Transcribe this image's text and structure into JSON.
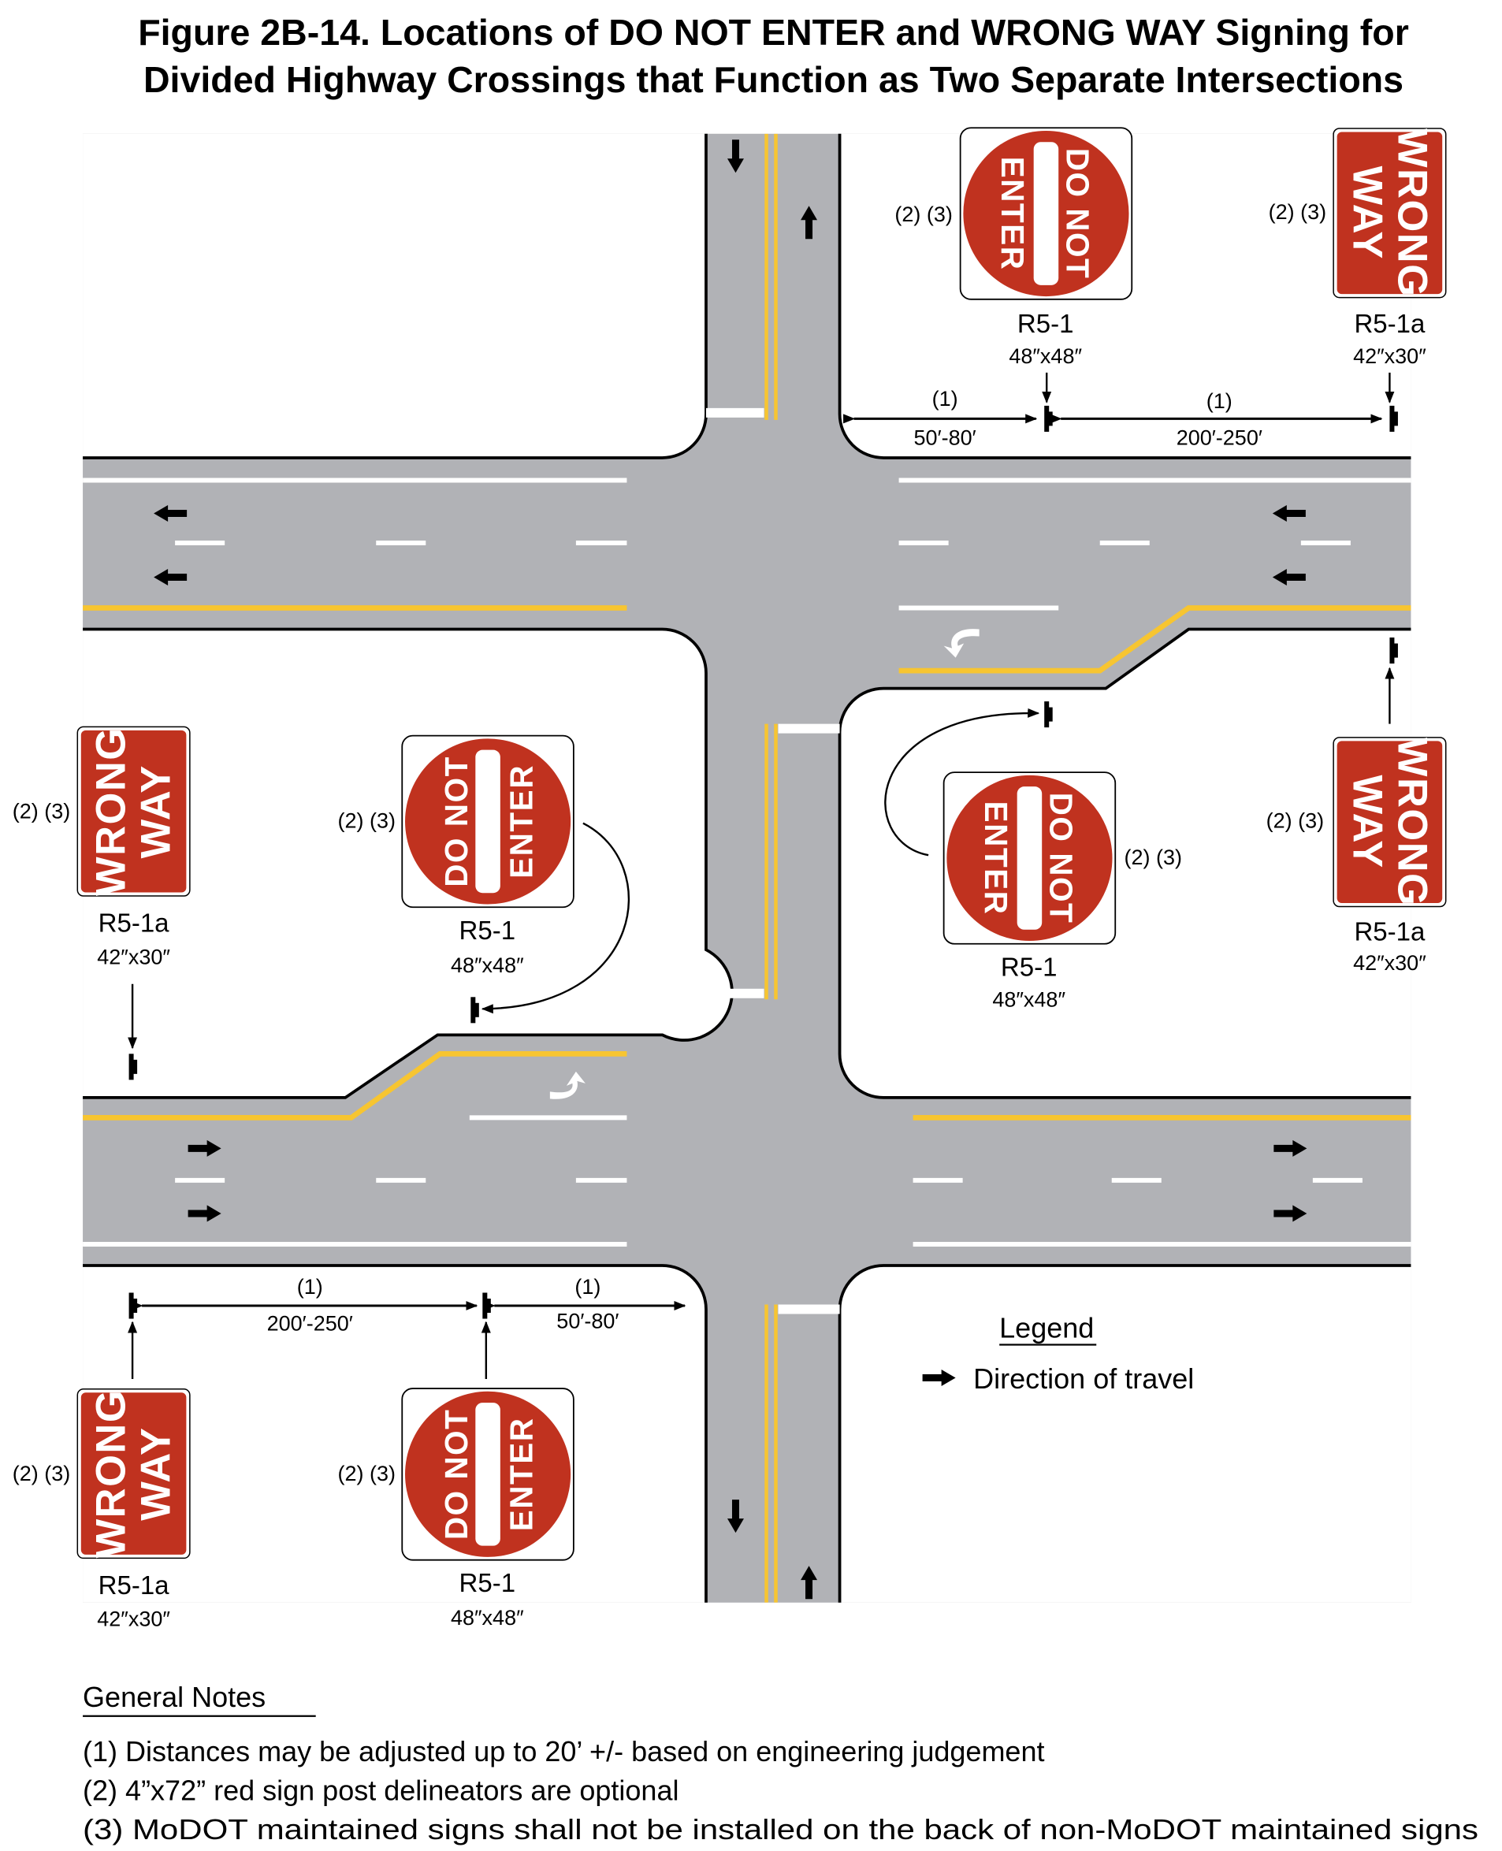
{
  "title": {
    "line1": "Figure 2B-14.  Locations of DO NOT ENTER and WRONG WAY Signing for",
    "line2": "Divided Highway Crossings that Function as Two Separate Intersections"
  },
  "signs": {
    "dne": {
      "line1": "DO NOT",
      "line2": "ENTER",
      "code": "R5-1",
      "size": "48″x48″"
    },
    "ww": {
      "line1": "WRONG",
      "line2": "WAY",
      "code": "R5-1a",
      "size": "42″x30″"
    },
    "note_refs": "(2) (3)"
  },
  "dimensions": {
    "note_ref": "(1)",
    "short": "50′-80′",
    "long": "200′-250′"
  },
  "legend": {
    "title": "Legend",
    "direction": "Direction of travel"
  },
  "notes": {
    "title": "General Notes",
    "items": [
      "(1) Distances may be adjusted up to 20’ +/- based on engineering judgement",
      "(2) 4”x72” red sign post delineators are optional",
      "(3) MoDOT maintained signs shall not be installed on the back of non-MoDOT maintained signs"
    ]
  },
  "colors": {
    "road": "#b1b2b6",
    "yellow": "#f7c531",
    "sign_red": "#c0321f"
  }
}
